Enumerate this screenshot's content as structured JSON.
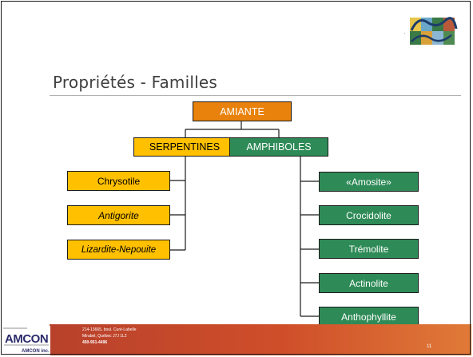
{
  "slide": {
    "title": "Propriétés - Familles",
    "page_number": "11"
  },
  "diagram": {
    "root": "AMIANTE",
    "serpentines": {
      "label": "SERPENTINES",
      "children": [
        "Chrysotile",
        "Antigorite",
        "Lizardite-Nepouite"
      ]
    },
    "amphiboles": {
      "label": "AMPHIBOLES",
      "children": [
        "«Amosite»",
        "Crocidolite",
        "Trémolite",
        "Actinolite",
        "Anthophyllite"
      ]
    },
    "colors": {
      "root": "#e8820c",
      "serpentines": "#ffc000",
      "amphiboles": "#2e8b57",
      "footer": "#cf4e2a"
    }
  },
  "footer": {
    "address_line1": "214-13665, boul. Curé-Labelle",
    "address_line2": "Mirabel, Québec J7J 1L2",
    "phone": "450-951-4496",
    "company": "AMCON inc."
  },
  "logos": {
    "header_logo": "gcvd-logo",
    "footer_logo": "amcon-logo"
  }
}
